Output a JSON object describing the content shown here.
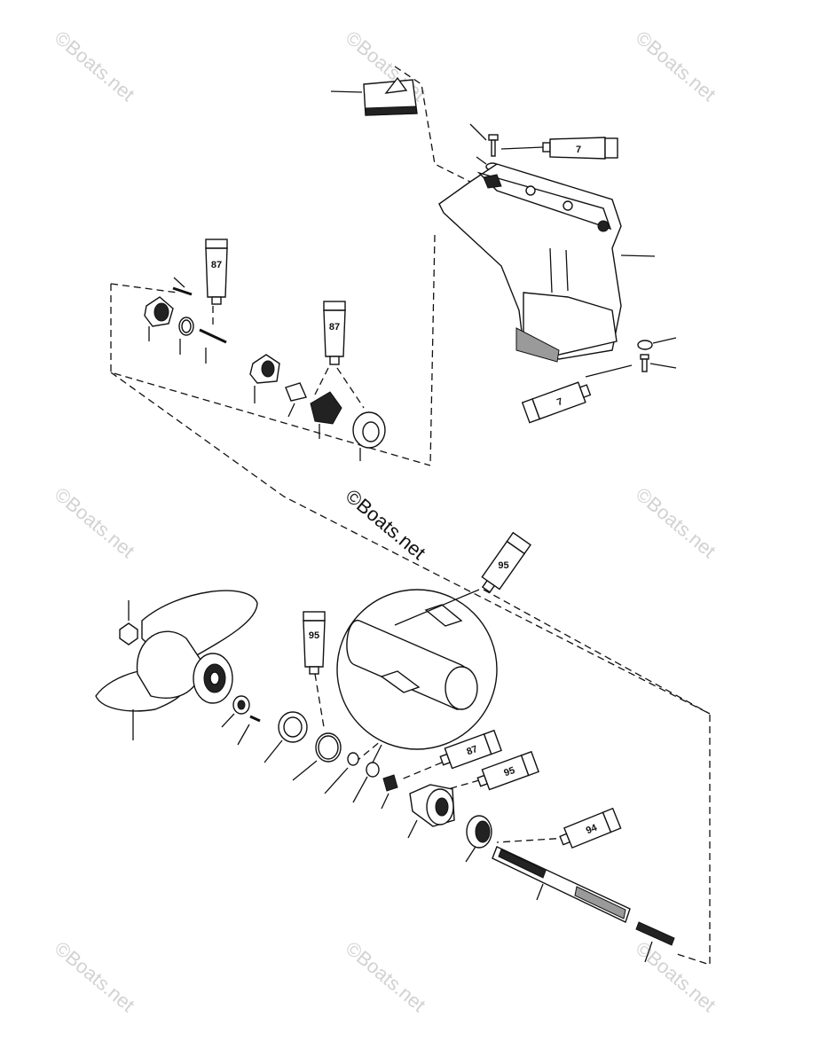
{
  "watermark": {
    "corner_text": "©Boats.net",
    "center_text": "©Boats.net"
  },
  "tubes": [
    {
      "id": "tube-top-right",
      "label": "7"
    },
    {
      "id": "tube-right-lower",
      "label": "7"
    },
    {
      "id": "tube-upper-left-a",
      "label": "87"
    },
    {
      "id": "tube-upper-left-b",
      "label": "87"
    },
    {
      "id": "tube-center-top",
      "label": "95"
    },
    {
      "id": "tube-center-left",
      "label": "95"
    },
    {
      "id": "tube-lower-a",
      "label": "87"
    },
    {
      "id": "tube-lower-b",
      "label": "95"
    },
    {
      "id": "tube-lower-c",
      "label": "94"
    }
  ],
  "colors": {
    "ink": "#111111",
    "watermark": "#d2d2d2",
    "background": "#ffffff"
  }
}
